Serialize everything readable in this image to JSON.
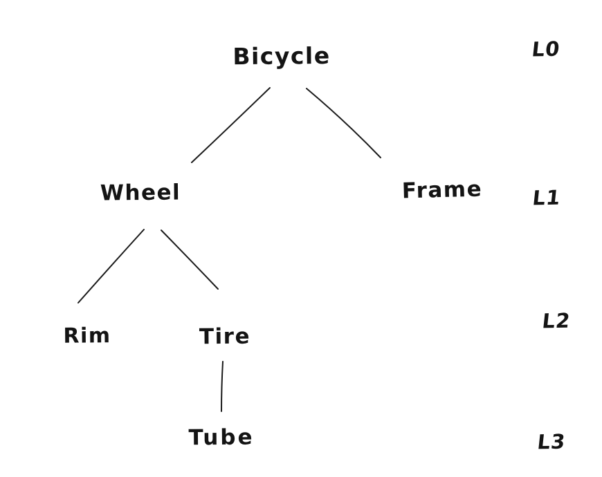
{
  "diagram": {
    "type": "tree",
    "style": "hand-drawn",
    "colors": {
      "ink": "#1a1a1a",
      "background": "#ffffff"
    },
    "nodes": [
      {
        "id": "bicycle",
        "label": "Bicycle",
        "level": 0,
        "parent": null
      },
      {
        "id": "wheel",
        "label": "Wheel",
        "level": 1,
        "parent": "Bicycle"
      },
      {
        "id": "frame",
        "label": "Frame",
        "level": 1,
        "parent": "Bicycle"
      },
      {
        "id": "rim",
        "label": "Rim",
        "level": 2,
        "parent": "Wheel"
      },
      {
        "id": "tire",
        "label": "Tire",
        "level": 2,
        "parent": "Wheel"
      },
      {
        "id": "tube",
        "label": "Tube",
        "level": 3,
        "parent": "Tire"
      }
    ],
    "edges": [
      {
        "from": "Bicycle",
        "to": "Wheel"
      },
      {
        "from": "Bicycle",
        "to": "Frame"
      },
      {
        "from": "Wheel",
        "to": "Rim"
      },
      {
        "from": "Wheel",
        "to": "Tire"
      },
      {
        "from": "Tire",
        "to": "Tube"
      }
    ],
    "level_labels": [
      "L0",
      "L1",
      "L2",
      "L3"
    ]
  }
}
